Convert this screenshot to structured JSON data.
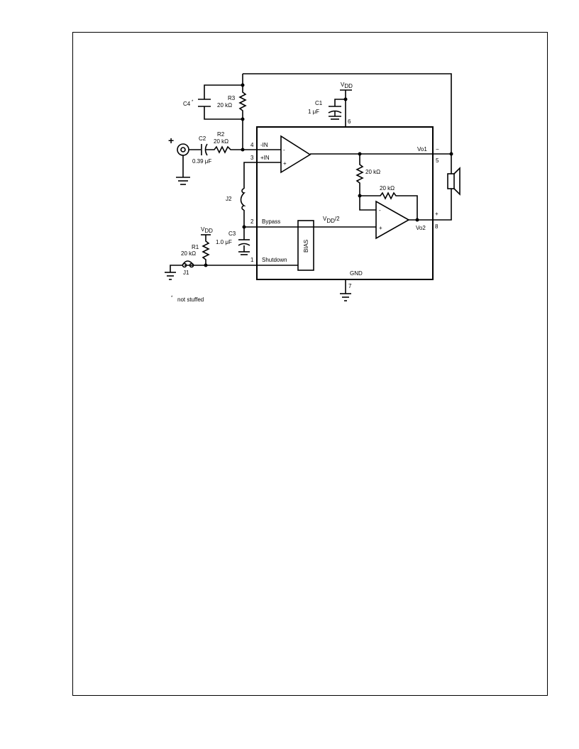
{
  "components": {
    "r1": {
      "ref": "R1",
      "value": "20 kΩ"
    },
    "r2": {
      "ref": "R2",
      "value": "20 kΩ"
    },
    "r3": {
      "ref": "R3",
      "value": "20 kΩ"
    },
    "rf_top": {
      "value": "20 kΩ"
    },
    "rf_fb": {
      "value": "20 kΩ"
    },
    "c1": {
      "ref": "C1",
      "value": "1 μF"
    },
    "c2": {
      "ref": "C2",
      "value": "0.39 μF"
    },
    "c3": {
      "ref": "C3",
      "value": "1.0 μF"
    },
    "c4": {
      "ref": "C4",
      "star": "*"
    },
    "j1": {
      "ref": "J1"
    },
    "j2": {
      "ref": "J2"
    }
  },
  "supply": {
    "vdd": "V",
    "vdd_sub": "DD"
  },
  "pins": {
    "p1": {
      "num": "1",
      "name": "Shutdown"
    },
    "p2": {
      "num": "2",
      "name": "Bypass"
    },
    "p3": {
      "num": "3",
      "name": "+IN"
    },
    "p4": {
      "num": "4",
      "name": "-IN"
    },
    "p5": {
      "num": "5"
    },
    "p6": {
      "num": "6"
    },
    "p7": {
      "num": "7",
      "name": "GND"
    },
    "p8": {
      "num": "8"
    }
  },
  "outputs": {
    "vo1": "Vo1",
    "vo2": "Vo2",
    "minus": "−",
    "plus": "+"
  },
  "bias": {
    "label": "BIAS",
    "vdd2_v": "V",
    "vdd2_sub": "DD",
    "vdd2_tail": "/2"
  },
  "opamp": {
    "minus": "-",
    "plus": "+"
  },
  "input_plus": "+",
  "footnote": {
    "star": "*",
    "text": "not stuffed"
  }
}
